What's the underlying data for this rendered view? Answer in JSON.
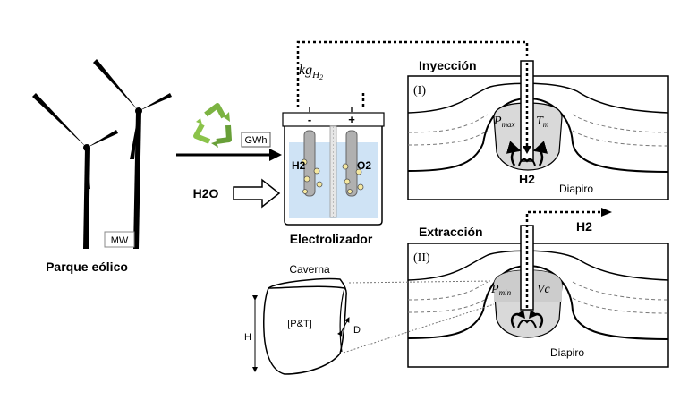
{
  "wind_farm": {
    "label": "Parque eólico",
    "unit_box": "MW"
  },
  "energy_flow": {
    "unit_box": "GWh",
    "water_label": "H2O"
  },
  "electrolyzer": {
    "label": "Electrolizador",
    "mass_label": "kg",
    "mass_subscript": "H",
    "mass_subsub": "2",
    "minus_sign": "-",
    "plus_sign": "+",
    "left_gas": "H2",
    "right_gas": "O2"
  },
  "injection": {
    "title": "Inyección",
    "roman": "(I)",
    "p_label": "P",
    "p_sub": "max",
    "t_label": "T",
    "t_sub": "m",
    "gas_label": "H2",
    "diapir_label": "Diapiro"
  },
  "extraction": {
    "title": "Extracción",
    "roman": "(II)",
    "p_label": "P",
    "p_sub": "min",
    "v_label": "Vc",
    "gas_out_label": "H2",
    "diapir_label": "Diapiro"
  },
  "cavern": {
    "title": "Caverna",
    "inner_label": "[P&T]",
    "height_label": "H",
    "diameter_label": "D"
  },
  "colors": {
    "water": "#cfe3f5",
    "recycle_green": "#7cb342",
    "cavern_gray": "#d9d9d9",
    "stroke": "#000000"
  }
}
